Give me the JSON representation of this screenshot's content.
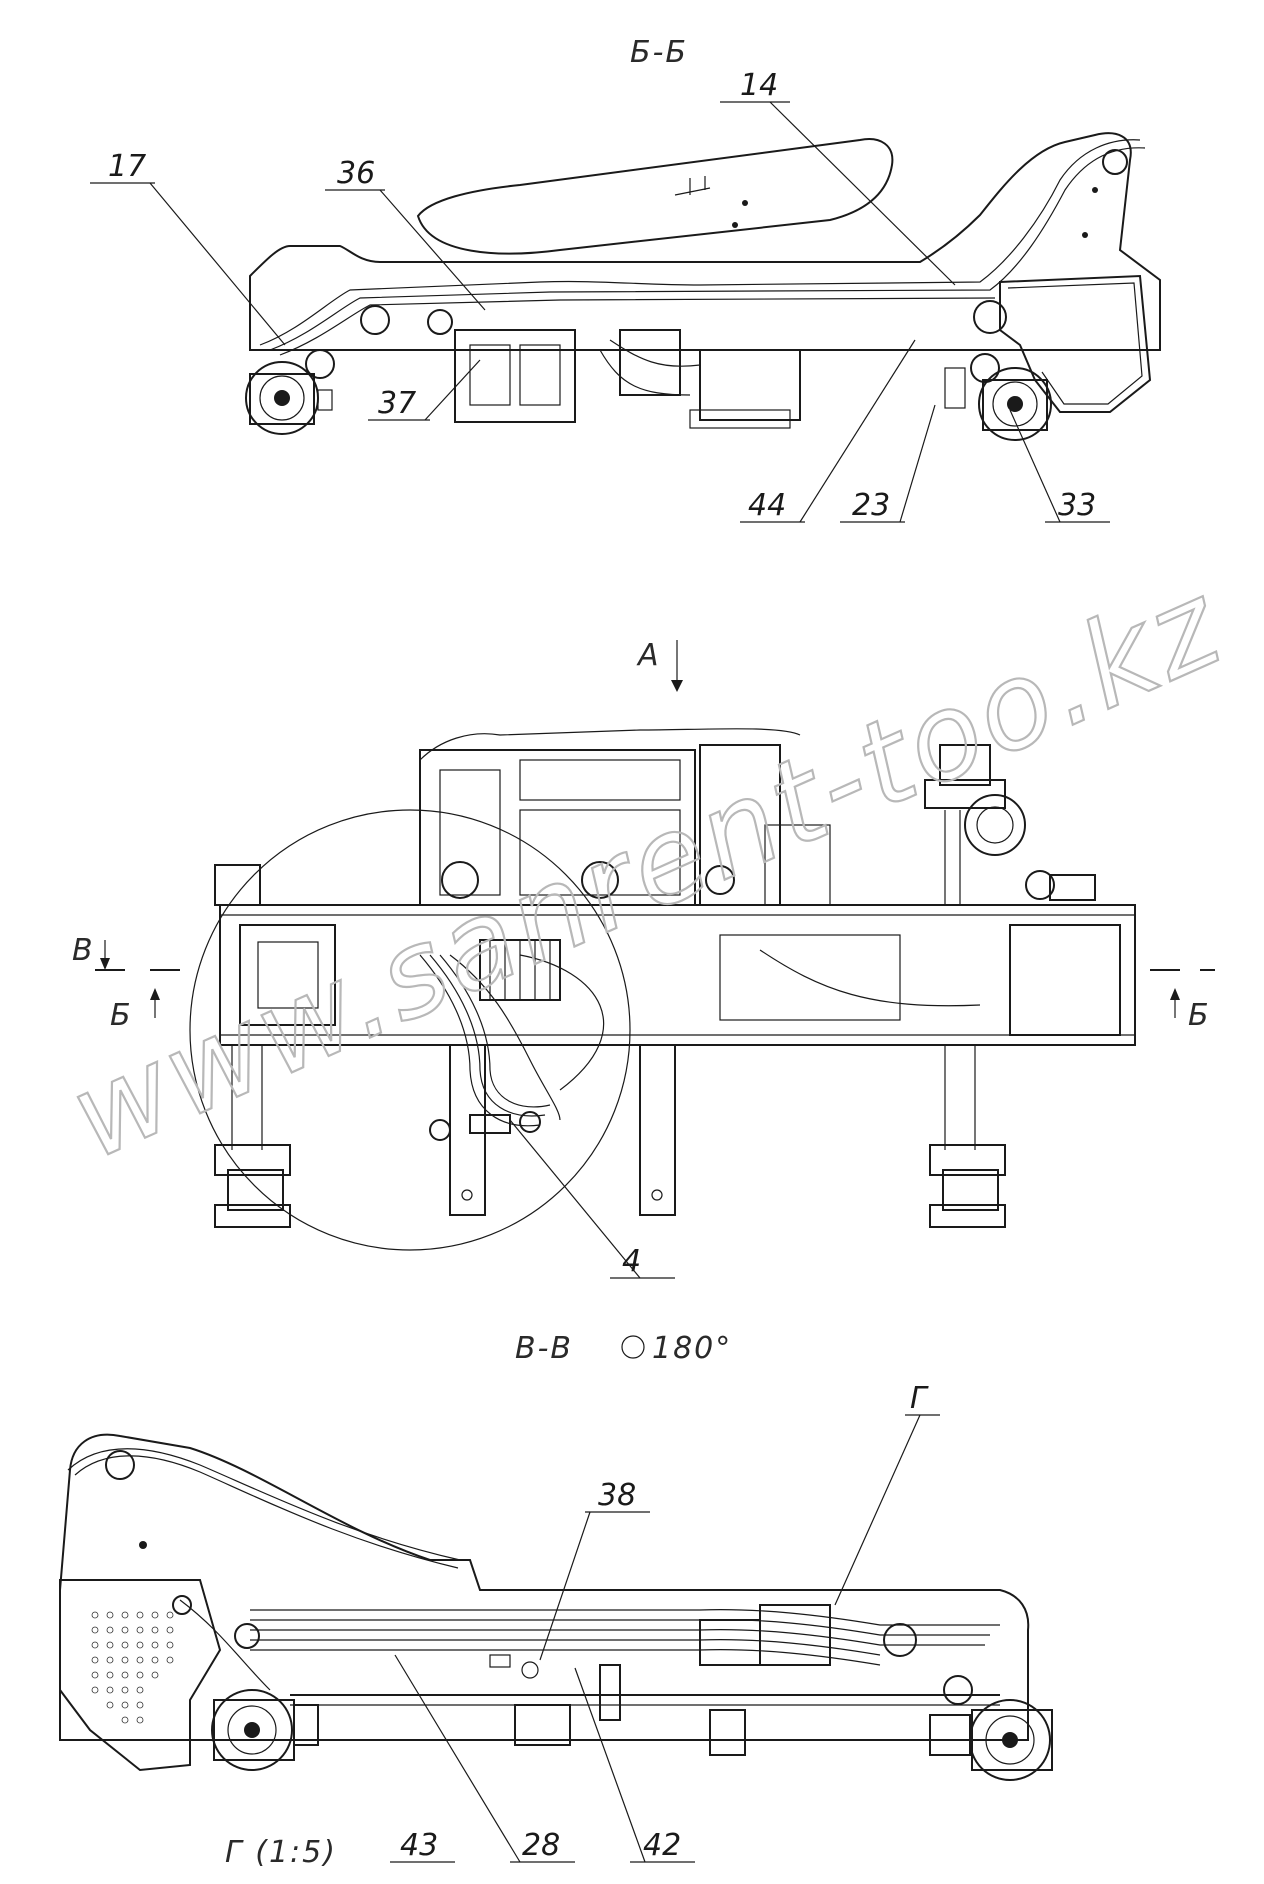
{
  "views": {
    "section_bb": {
      "title": "Б-Б"
    },
    "plan_view": {
      "arrow_a": "А",
      "cut_left_top": "В",
      "cut_left_bottom": "Б",
      "cut_right": "Б"
    },
    "section_vv": {
      "title": "В-В",
      "rotation": "180°"
    },
    "detail_g": {
      "label": "Г",
      "caption": "Г (1:5)"
    }
  },
  "callouts": {
    "c14": "14",
    "c17": "17",
    "c36": "36",
    "c37": "37",
    "c44": "44",
    "c23": "23",
    "c33": "33",
    "c4": "4",
    "c38": "38",
    "c43": "43",
    "c28": "28",
    "c42": "42"
  },
  "watermark": "www.sanrent-too.kz"
}
